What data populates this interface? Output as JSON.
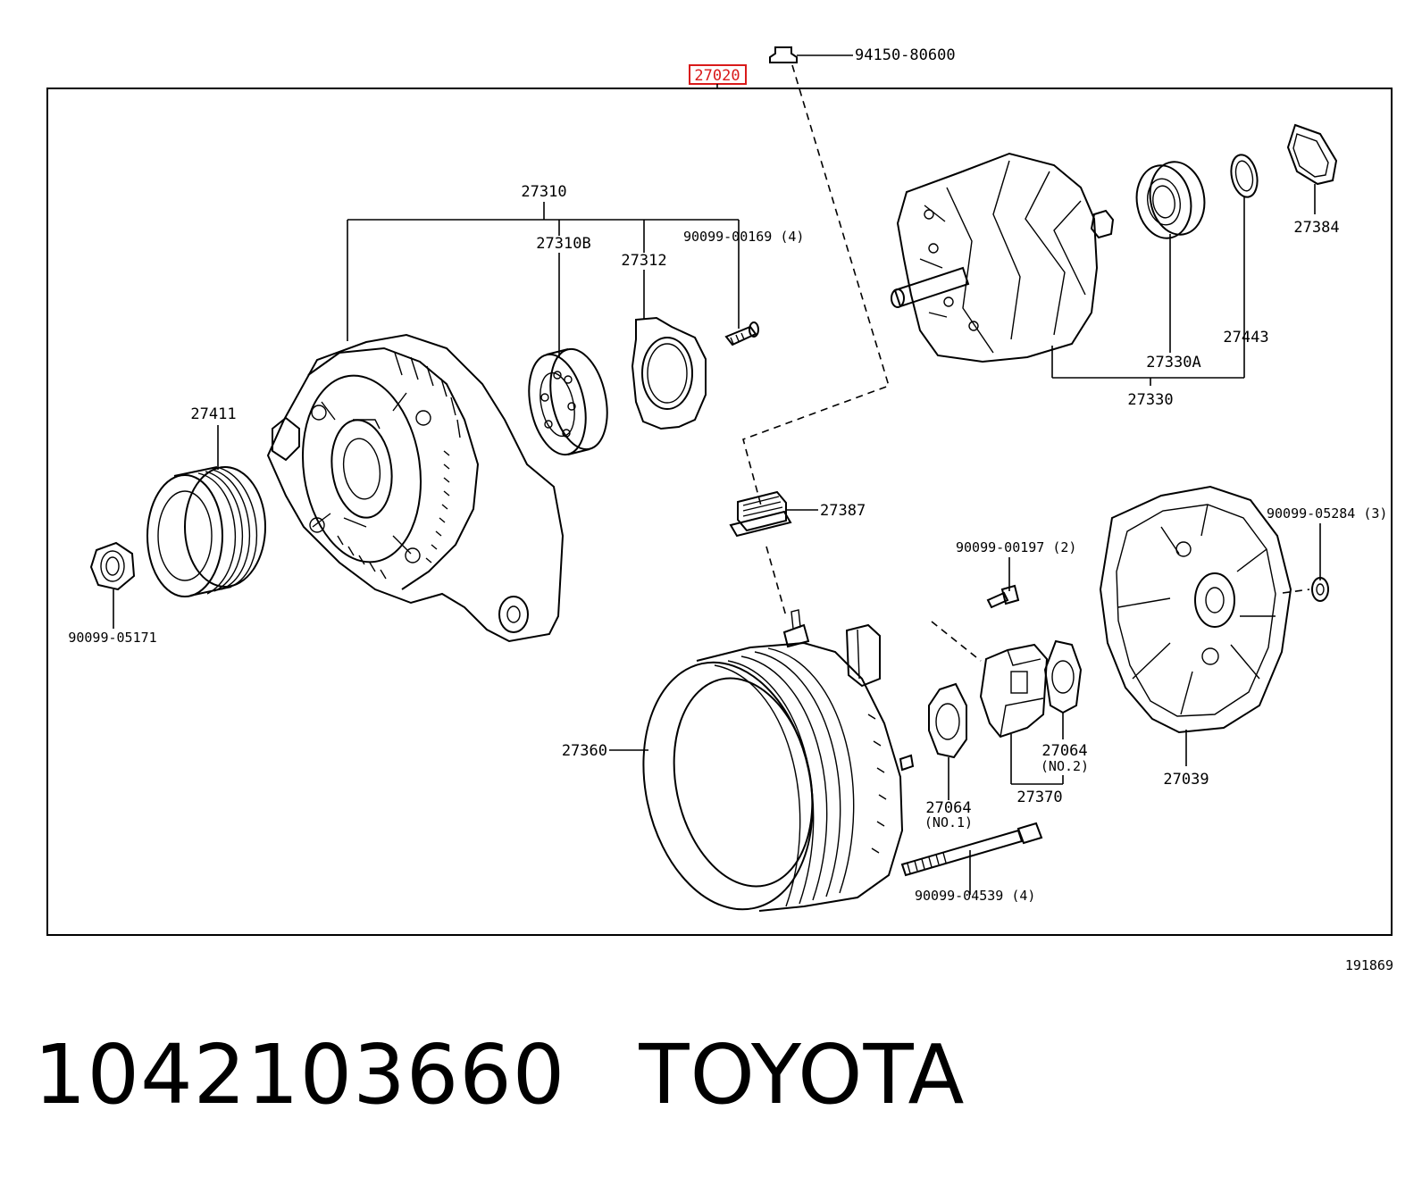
{
  "diagram": {
    "highlight_color": "#d91a1a",
    "main_assembly": "27020",
    "catalog_code": "191869",
    "labels": {
      "p94150": "94150-80600",
      "p27310": "27310",
      "p27310b": "27310B",
      "p27312": "27312",
      "p90099_00169": "90099-00169 (4)",
      "p27411": "27411",
      "p90099_05171": "90099-05171",
      "p27384": "27384",
      "p27443": "27443",
      "p27330a": "27330A",
      "p27330": "27330",
      "p27387": "27387",
      "p90099_00197": "90099-00197 (2)",
      "p90099_05284": "90099-05284 (3)",
      "p27360": "27360",
      "p27064_2": "27064",
      "p27064_2_note": "(NO.2)",
      "p27064_1": "27064",
      "p27064_1_note": "(NO.1)",
      "p27370": "27370",
      "p27039": "27039",
      "p90099_04539": "90099-04539 (4)"
    }
  },
  "footer": {
    "part_number": "1042103660",
    "brand": "TOYOTA"
  }
}
